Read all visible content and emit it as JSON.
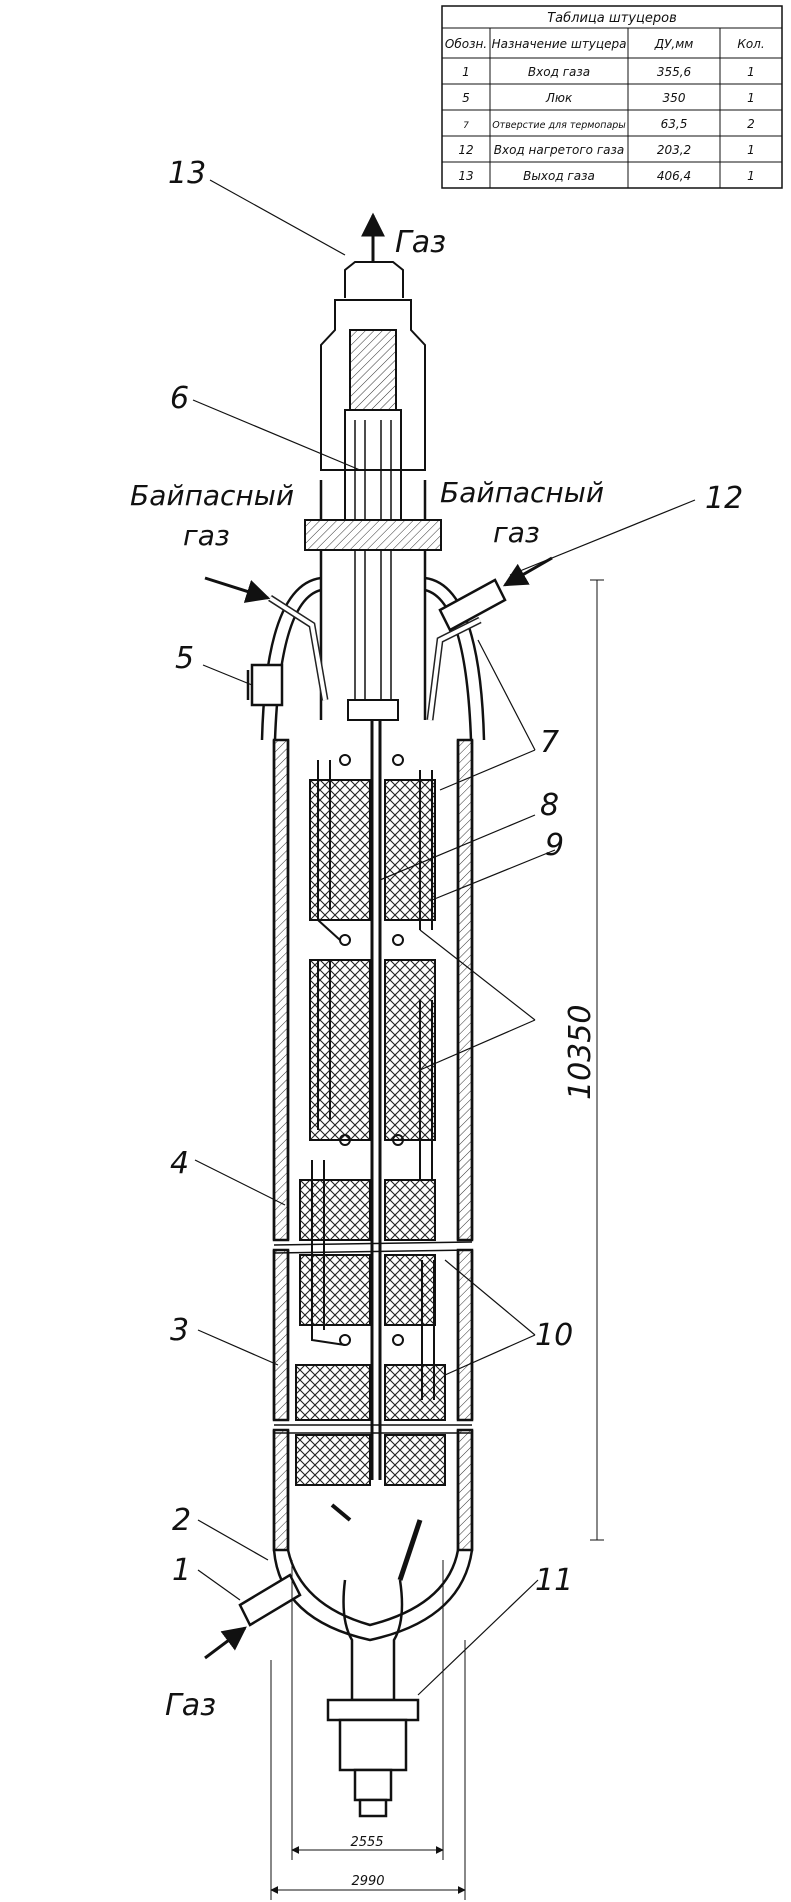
{
  "table": {
    "title": "Таблица штуцеров",
    "headers": [
      "Обозн.",
      "Назначение штуцера",
      "ДУ,мм",
      "Кол."
    ],
    "rows": [
      [
        "1",
        "Вход газа",
        "355,6",
        "1"
      ],
      [
        "5",
        "Люк",
        "350",
        "1"
      ],
      [
        "7",
        "Отверстие для термопары",
        "63,5",
        "2"
      ],
      [
        "12",
        "Вход нагретого газа",
        "203,2",
        "1"
      ],
      [
        "13",
        "Выход газа",
        "406,4",
        "1"
      ]
    ]
  },
  "labels": {
    "gas_out": "Газ",
    "gas_in": "Газ",
    "bypass_left_1": "Байпасный",
    "bypass_left_2": "газ",
    "bypass_right_1": "Байпасный",
    "bypass_right_2": "газ"
  },
  "callouts": {
    "c1": "1",
    "c2": "2",
    "c3": "3",
    "c4": "4",
    "c5": "5",
    "c6": "6",
    "c7": "7",
    "c8": "8",
    "c9": "9",
    "c10": "10",
    "c11": "11",
    "c12": "12",
    "c13": "13"
  },
  "dimensions": {
    "height": "10350",
    "inner_width": "2555",
    "outer_width": "2990"
  }
}
